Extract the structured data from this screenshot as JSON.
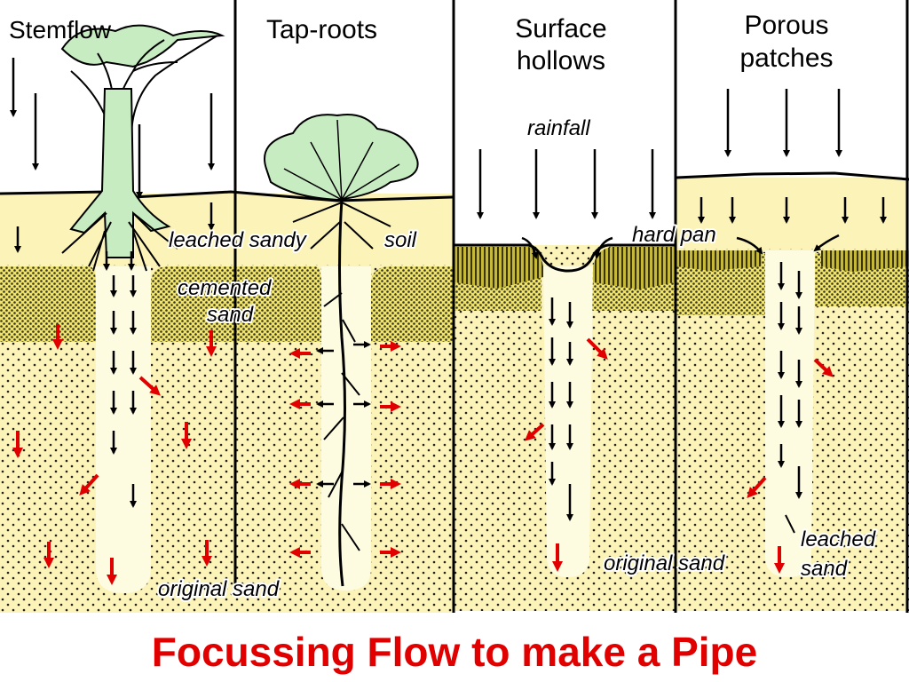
{
  "panels": [
    {
      "title_lines": [
        "Stemflow"
      ]
    },
    {
      "title_lines": [
        "Tap-roots"
      ]
    },
    {
      "title_lines": [
        "Surface",
        "hollows"
      ]
    },
    {
      "title_lines": [
        "Porous",
        "patches"
      ]
    }
  ],
  "labels": {
    "leached_sandy": "leached sandy",
    "soil": "soil",
    "cemented": "cemented",
    "sand": "sand",
    "original_sand": "original  sand",
    "rainfall": "rainfall",
    "hard_pan": "hard pan",
    "leached": "leached",
    "leached_sand": "sand"
  },
  "caption": "Focussing Flow to make a Pipe",
  "colors": {
    "soil": "#fbf3b7",
    "pipe": "#fdfbe0",
    "cemented": "#e8dc4a",
    "hardpan": "#b0a428",
    "plant": "#c7ecc1",
    "arrow_flow": "#000000",
    "arrow_seep": "#e00000",
    "caption": "#e00000"
  }
}
